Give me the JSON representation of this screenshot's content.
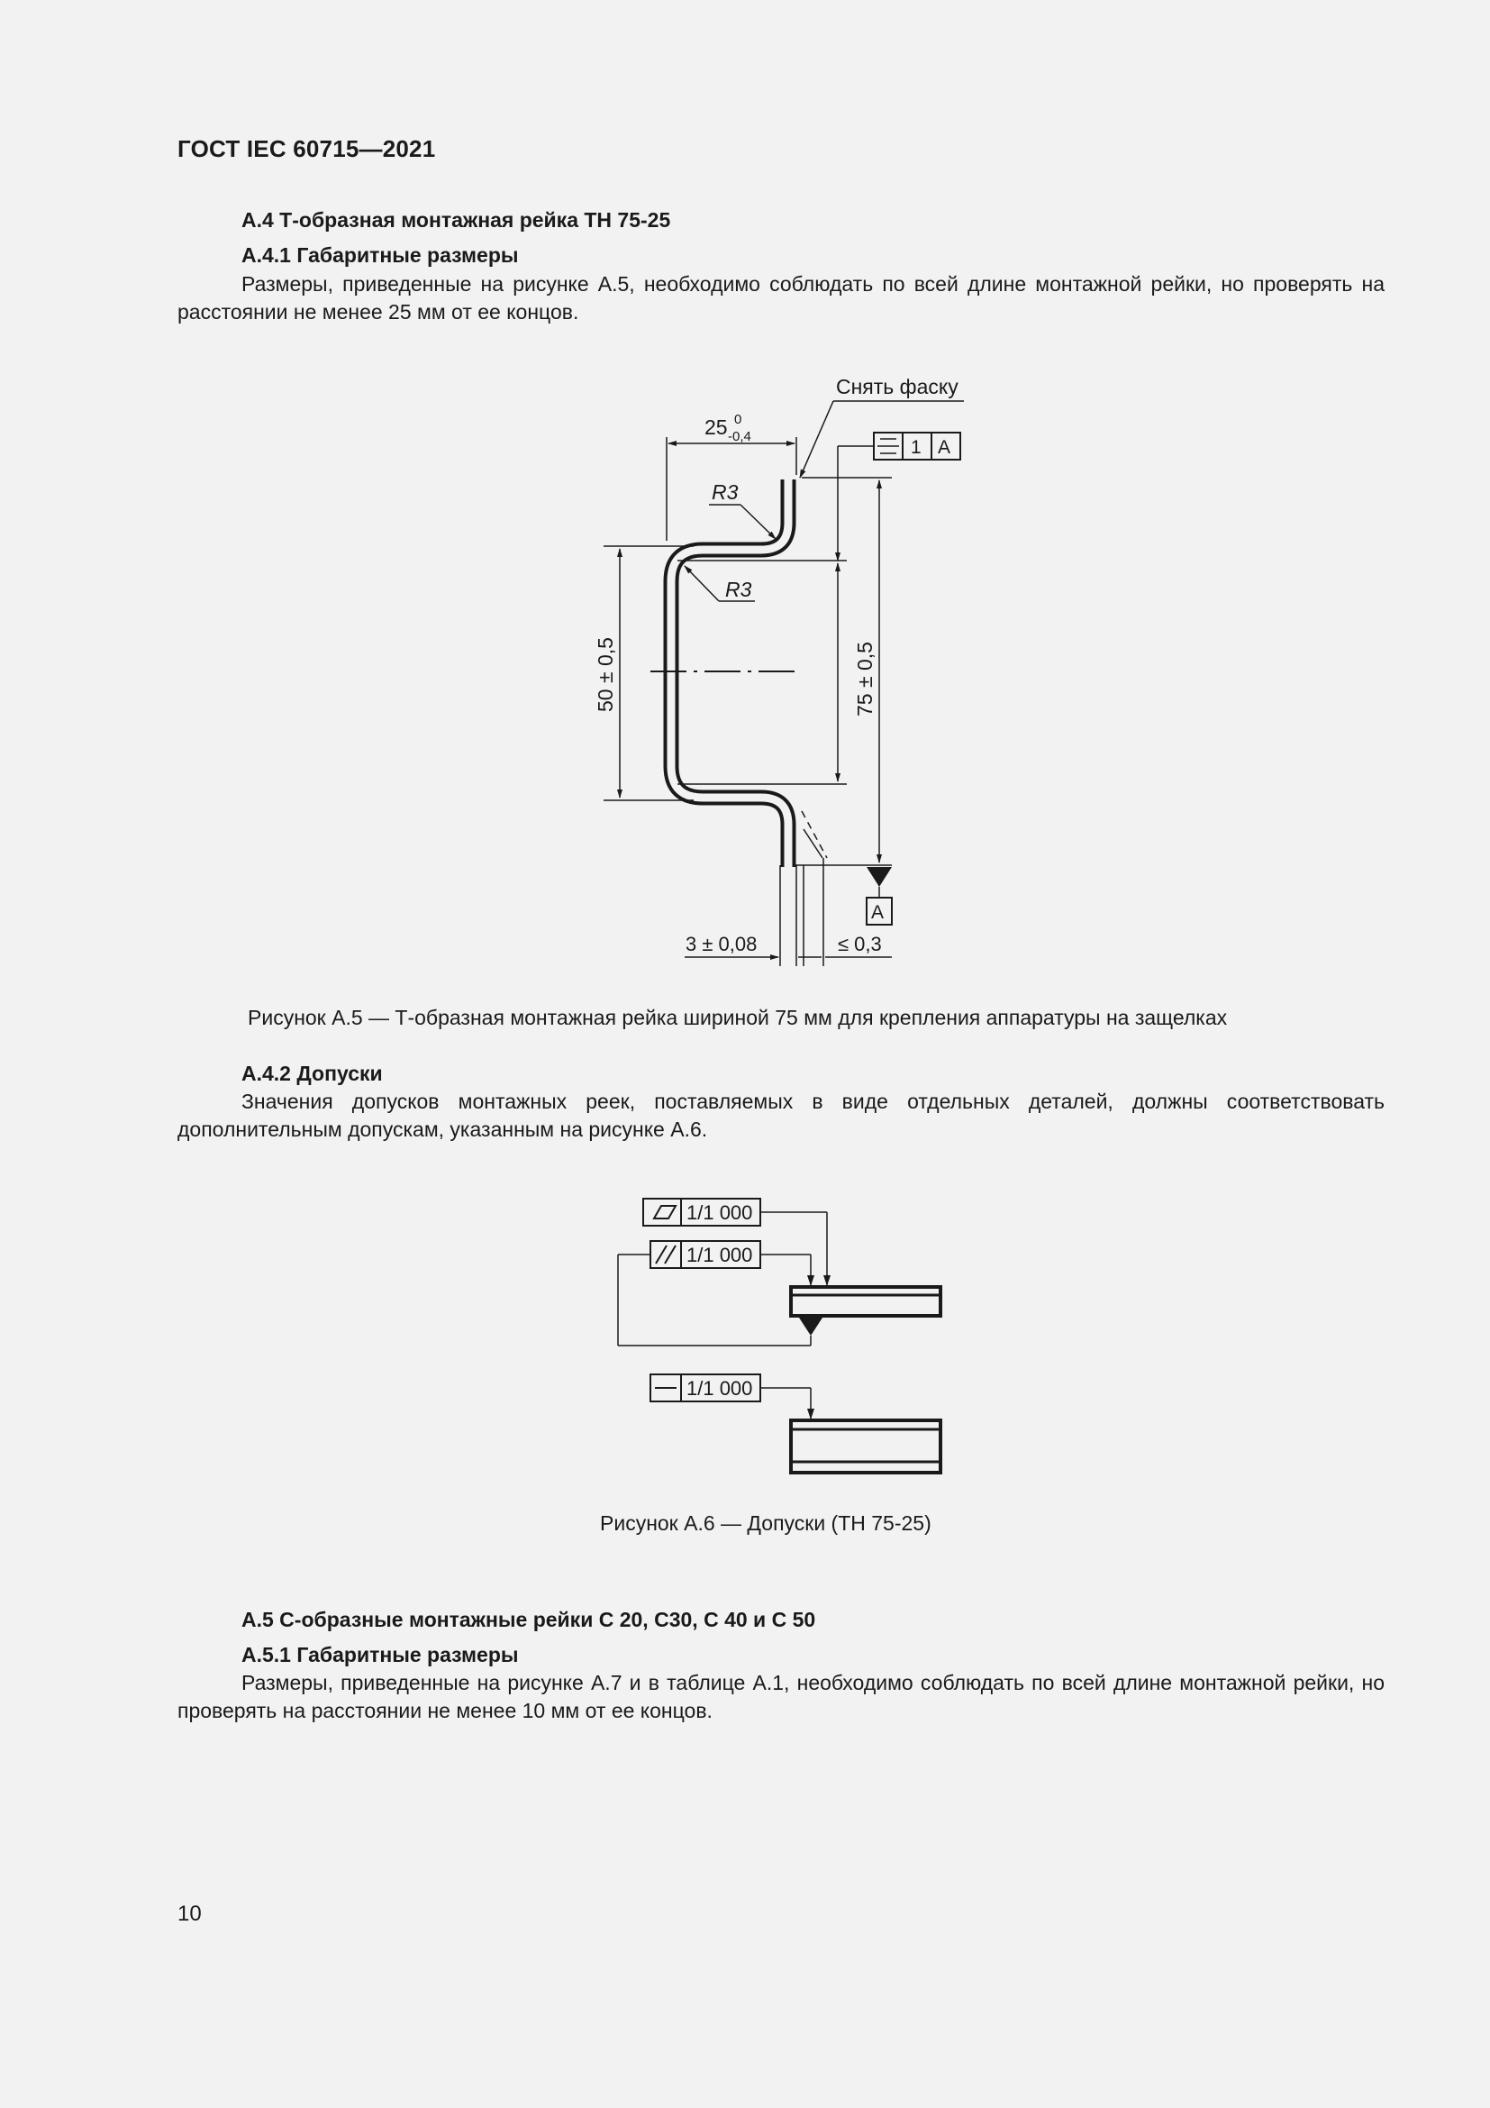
{
  "header": {
    "doc_code": "ГОСТ IEC 60715—2021"
  },
  "section_a4": {
    "title": "А.4 Т-образная монтажная рейка ТН 75-25",
    "sub1_title": "А.4.1 Габаритные размеры",
    "sub1_text": "Размеры, приведенные на рисунке А.5, необходимо соблюдать по всей длине монтажной рейки, но проверять на расстоянии не менее 25 мм от ее концов.",
    "sub2_title": "А.4.2 Допуски",
    "sub2_text": "Значения допусков монтажных реек, поставляемых в виде отдельных деталей, должны соответствовать дополнительным допускам, указанным на рисунке А.6."
  },
  "figure_a5": {
    "chamfer_note": "Снять фаску",
    "width_nominal": "25",
    "width_upper_tol": "0",
    "width_lower_tol": "-0,4",
    "radius_top": "R3",
    "radius_inner": "R3",
    "height_50": "50 ± 0,5",
    "height_75": "75 ± 0,5",
    "frame_value": "1",
    "datum": "A",
    "thickness": "3 ± 0,08",
    "gap": "≤ 0,3",
    "caption": "Рисунок А.5 — Т-образная монтажная рейка шириной 75 мм для крепления аппаратуры на защелках"
  },
  "figure_a6": {
    "flatness_tol": "1/1 000",
    "parallelism_tol": "1/1 000",
    "straightness_tol": "1/1 000",
    "caption": "Рисунок А.6 — Допуски (ТН 75-25)"
  },
  "section_a5": {
    "title": "А.5 С-образные монтажные рейки С 20, С30, С 40 и С 50",
    "sub1_title": "А.5.1 Габаритные размеры",
    "sub1_text": "Размеры, приведенные на рисунке А.7 и в таблице А.1, необходимо соблюдать по всей длине монтажной рейки, но проверять на расстоянии не менее 10 мм от ее концов."
  },
  "footer": {
    "page_number": "10"
  }
}
